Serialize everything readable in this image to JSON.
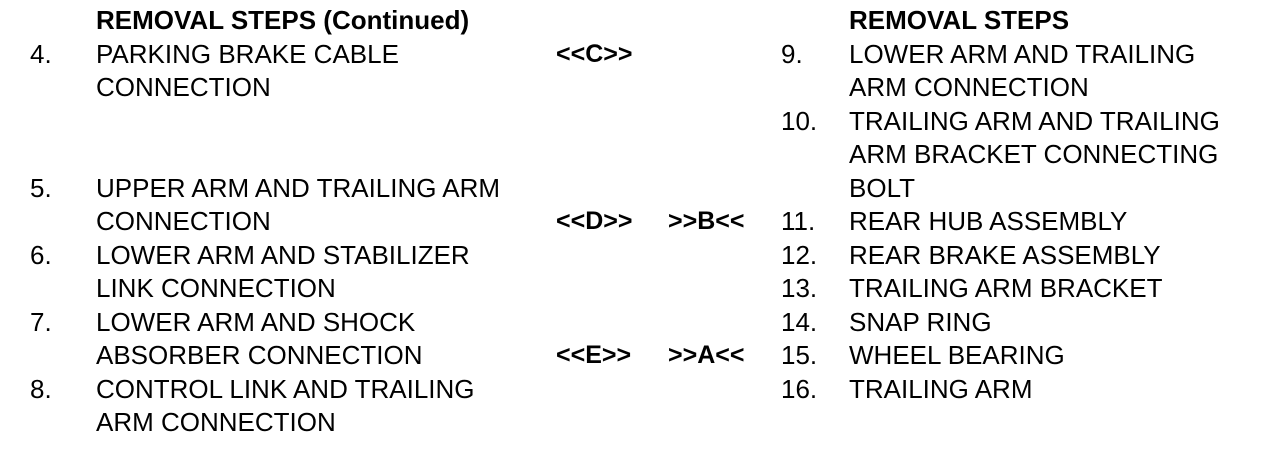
{
  "document": {
    "left_column": {
      "header": "REMOVAL STEPS (Continued)",
      "steps": [
        {
          "number": "4.",
          "lines": [
            "PARKING BRAKE CABLE",
            "CONNECTION"
          ]
        },
        {
          "number": "5.",
          "lines": [
            "UPPER ARM AND TRAILING ARM",
            "CONNECTION"
          ]
        },
        {
          "number": "6.",
          "lines": [
            "LOWER ARM AND STABILIZER",
            "LINK CONNECTION"
          ]
        },
        {
          "number": "7.",
          "lines": [
            "LOWER ARM AND SHOCK",
            "ABSORBER CONNECTION"
          ]
        },
        {
          "number": "8.",
          "lines": [
            "CONTROL LINK AND TRAILING",
            "ARM CONNECTION"
          ]
        }
      ]
    },
    "right_column": {
      "header": "REMOVAL STEPS",
      "steps": [
        {
          "number": "9.",
          "lines": [
            "LOWER ARM AND TRAILING",
            "ARM CONNECTION"
          ]
        },
        {
          "number": "10.",
          "lines": [
            "TRAILING ARM AND TRAILING",
            "ARM BRACKET CONNECTING",
            "BOLT"
          ]
        },
        {
          "number": "11.",
          "lines": [
            "REAR HUB ASSEMBLY"
          ]
        },
        {
          "number": "12.",
          "lines": [
            "REAR BRAKE ASSEMBLY"
          ]
        },
        {
          "number": "13.",
          "lines": [
            "TRAILING ARM BRACKET"
          ]
        },
        {
          "number": "14.",
          "lines": [
            "SNAP RING"
          ]
        },
        {
          "number": "15.",
          "lines": [
            "WHEEL BEARING"
          ]
        },
        {
          "number": "16.",
          "lines": [
            "TRAILING ARM"
          ]
        }
      ]
    },
    "markers": {
      "c": "<<C>>",
      "d": "<<D>>",
      "e": "<<E>>",
      "b": ">>B<<",
      "a": ">>A<<"
    },
    "colors": {
      "text": "#000000",
      "background": "#ffffff"
    }
  },
  "grid": {
    "row1": {
      "left_text": "REMOVAL STEPS (Continued)",
      "right_text": "REMOVAL STEPS"
    },
    "row2": {
      "left_num": "4.",
      "left_text": "PARKING BRAKE CABLE",
      "marker1": "<<C>>",
      "right_num": "9.",
      "right_text": "LOWER ARM AND TRAILING"
    },
    "row3": {
      "left_text": "CONNECTION",
      "right_text": "ARM CONNECTION"
    },
    "row4": {
      "right_num": "10.",
      "right_text": "TRAILING ARM AND TRAILING"
    },
    "row5": {
      "right_text": "ARM BRACKET CONNECTING"
    },
    "row6": {
      "left_num": "5.",
      "left_text": "UPPER ARM AND TRAILING ARM",
      "right_text": "BOLT"
    },
    "row7": {
      "left_text": "CONNECTION",
      "marker1": "<<D>>",
      "marker2": ">>B<<",
      "right_num": "11.",
      "right_text": "REAR HUB ASSEMBLY"
    },
    "row8": {
      "left_num": "6.",
      "left_text": "LOWER ARM AND STABILIZER",
      "right_num": "12.",
      "right_text": "REAR BRAKE ASSEMBLY"
    },
    "row9": {
      "left_text": "LINK CONNECTION",
      "right_num": "13.",
      "right_text": "TRAILING ARM BRACKET"
    },
    "row10": {
      "left_num": "7.",
      "left_text": "LOWER ARM AND SHOCK",
      "right_num": "14.",
      "right_text": "SNAP RING"
    },
    "row11": {
      "left_text": "ABSORBER CONNECTION",
      "marker1": "<<E>>",
      "marker2": ">>A<<",
      "right_num": "15.",
      "right_text": "WHEEL BEARING"
    },
    "row12": {
      "left_num": "8.",
      "left_text": "CONTROL LINK AND TRAILING",
      "right_num": "16.",
      "right_text": "TRAILING ARM"
    },
    "row13": {
      "left_text": "ARM CONNECTION"
    }
  }
}
